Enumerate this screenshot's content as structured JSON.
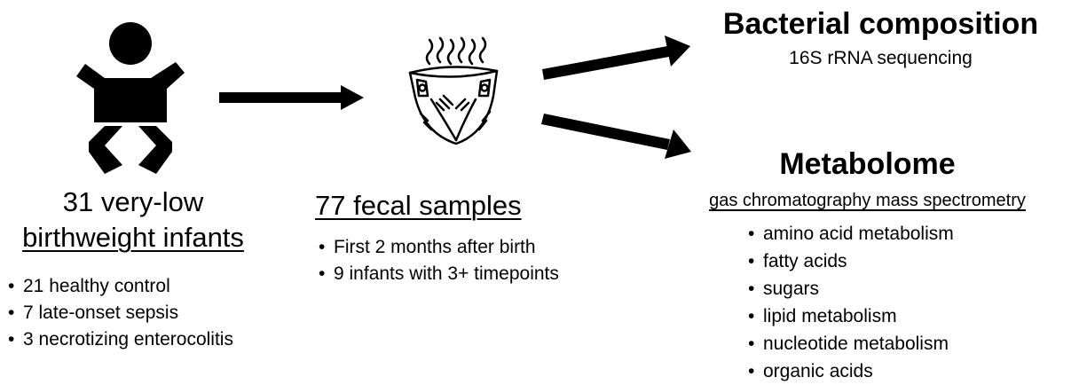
{
  "infants": {
    "title_line1": "31 very-low",
    "title_line2": "birthweight infants",
    "bullets": [
      "21 healthy control",
      "7 late-onset sepsis",
      "3 necrotizing enterocolitis"
    ]
  },
  "samples": {
    "title": "77 fecal samples",
    "bullets": [
      "First 2 months after birth",
      "9 infants with 3+ timepoints"
    ]
  },
  "bacterial": {
    "title": "Bacterial composition",
    "method": "16S rRNA sequencing"
  },
  "metabolome": {
    "title": "Metabolome",
    "method": "gas chromatography mass spectrometry",
    "bullets": [
      "amino acid metabolism",
      "fatty acids",
      "sugars",
      "lipid metabolism",
      "nucleotide metabolism",
      "organic acids"
    ]
  },
  "icons": {
    "infant": "baby-icon",
    "sample": "dirty-diaper-icon",
    "arrows": [
      "arrow-right-icon",
      "arrow-up-right-icon",
      "arrow-down-right-icon"
    ]
  },
  "colors": {
    "foreground": "#000000",
    "background": "#ffffff"
  }
}
